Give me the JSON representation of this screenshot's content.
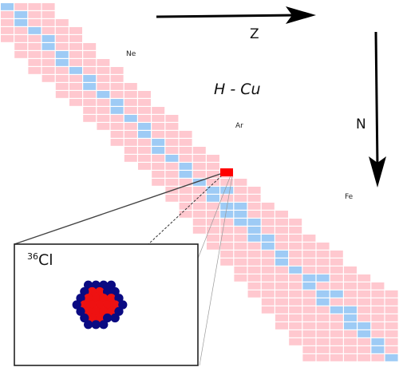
{
  "diagram": {
    "title": "H - Cu",
    "z_axis_label": "Z",
    "n_axis_label": "N",
    "element_labels": [
      "Ne",
      "Ar",
      "Fe"
    ],
    "highlight_nuclide": {
      "mass_number": "36",
      "symbol": "Cl",
      "protons": 17,
      "neutrons": 19
    },
    "colors": {
      "nuclide_cell": "#ffc8cf",
      "stable_cell": "#9ecbf5",
      "highlight_cell": "#ff0000",
      "proton": "#ee1111",
      "neutron": "#0a0a82",
      "arrow": "#000000"
    }
  }
}
